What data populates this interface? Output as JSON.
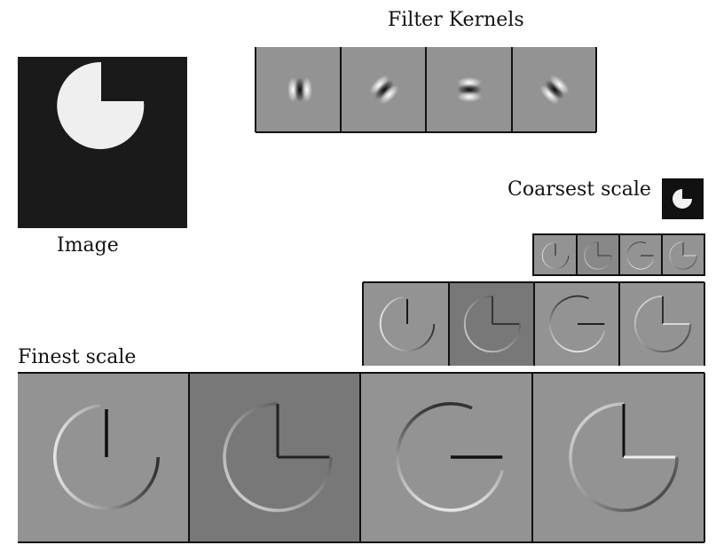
{
  "labels": {
    "filter_kernels": "Filter Kernels",
    "image": "Image",
    "coarsest_scale": "Coarsest scale",
    "finest_scale": "Finest scale"
  },
  "colors": {
    "background": "#ffffff",
    "image_bg": "#1a1a1a",
    "image_shape": "#efefef",
    "panel_gray": "#939393",
    "panel_gray_dark": "#787878",
    "border": "#111111"
  },
  "pyramid": {
    "orientations": [
      "vertical",
      "diagonal-45",
      "horizontal",
      "diagonal-135"
    ],
    "levels": [
      "finest",
      "middle",
      "coarse",
      "coarsest"
    ]
  }
}
